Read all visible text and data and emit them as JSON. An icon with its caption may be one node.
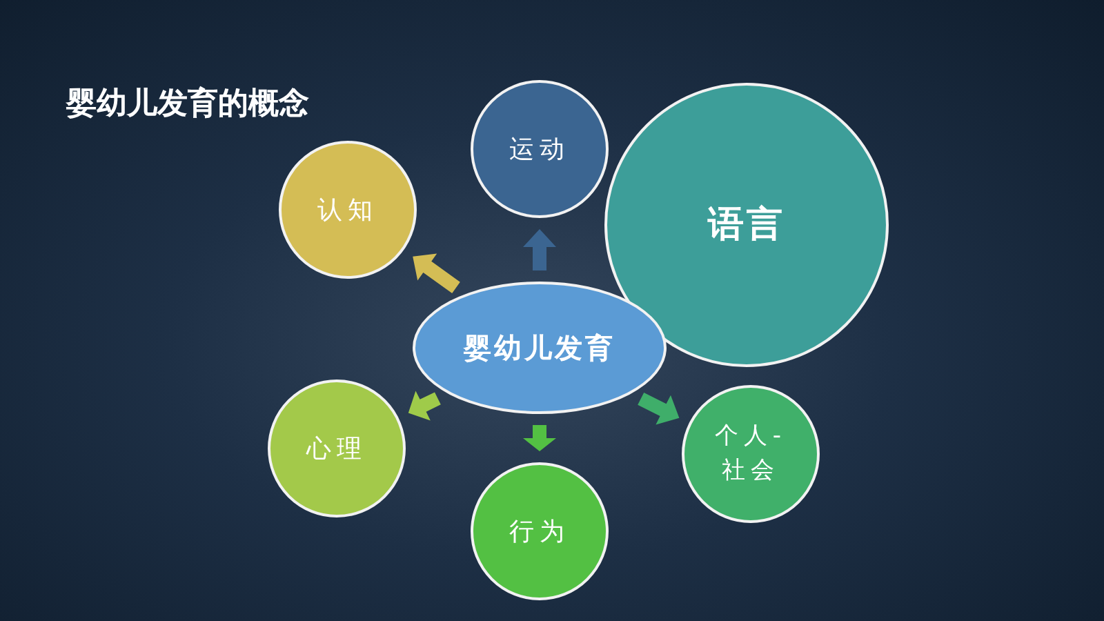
{
  "diagram": {
    "title": "婴幼儿发育的概念",
    "nodes": [
      {
        "text": [
          "运动"
        ]
      },
      {
        "text": [
          "认知"
        ]
      },
      {
        "text": [
          "语言"
        ]
      },
      {
        "text": [
          "婴幼儿发育"
        ]
      },
      {
        "text": [
          "心理"
        ]
      },
      {
        "text": [
          "个人-社会"
        ]
      },
      {
        "text": [
          "行为"
        ]
      }
    ],
    "edges": [
      {
        "from": 3,
        "to": 0,
        "arrow": "to",
        "color": "#3b6591"
      },
      {
        "from": 3,
        "to": 1,
        "arrow": "to",
        "color": "#d4bd55"
      },
      {
        "from": 3,
        "to": 4,
        "arrow": "to",
        "color": "#9fcb4a"
      },
      {
        "from": 3,
        "to": 6,
        "arrow": "to",
        "color": "#53c043"
      },
      {
        "from": 3,
        "to": 5,
        "arrow": "to",
        "color": "#3fae6a"
      }
    ]
  }
}
